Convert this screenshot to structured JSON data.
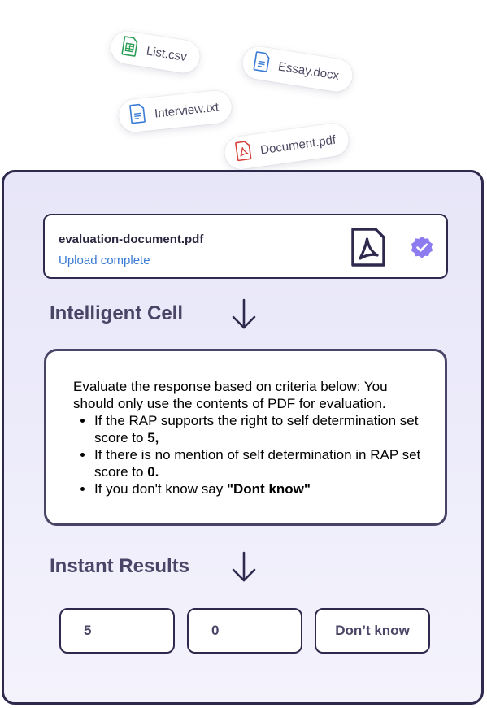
{
  "files": [
    {
      "name": "List.csv",
      "icon": "csv-file-icon",
      "color": "#2e9e57"
    },
    {
      "name": "Essay.docx",
      "icon": "docx-file-icon",
      "color": "#3a7bd5"
    },
    {
      "name": "Interview.txt",
      "icon": "txt-file-icon",
      "color": "#3a7bd5"
    },
    {
      "name": "Document.pdf",
      "icon": "pdf-file-icon",
      "color": "#d9423b"
    }
  ],
  "upload": {
    "filename": "evaluation-document.pdf",
    "status": "Upload complete",
    "status_color": "#3a7bd5",
    "icon": "pdf-icon",
    "badge": "verified-badge-icon",
    "badge_color": "#8c7cf0"
  },
  "intelligent_cell": {
    "title": "Intelligent Cell",
    "prompt_intro": "Evaluate the response based on criteria below: You should only use the contents of PDF for evaluation.",
    "bullets": [
      {
        "text": "If the RAP supports the right to self determination set score to ",
        "bold": "5",
        "after": ","
      },
      {
        "text": "If there is no mention of self determination in RAP set score to ",
        "bold": "0",
        "after": "."
      },
      {
        "text": "If you don't know say ",
        "bold": "\"Dont know\"",
        "after": ""
      }
    ]
  },
  "results": {
    "title": "Instant Results",
    "values": [
      "5",
      "0",
      "Don’t know"
    ]
  },
  "colors": {
    "panel_border": "#2f2a4d",
    "panel_background": "#e9e8f9",
    "title": "#4a4566"
  }
}
